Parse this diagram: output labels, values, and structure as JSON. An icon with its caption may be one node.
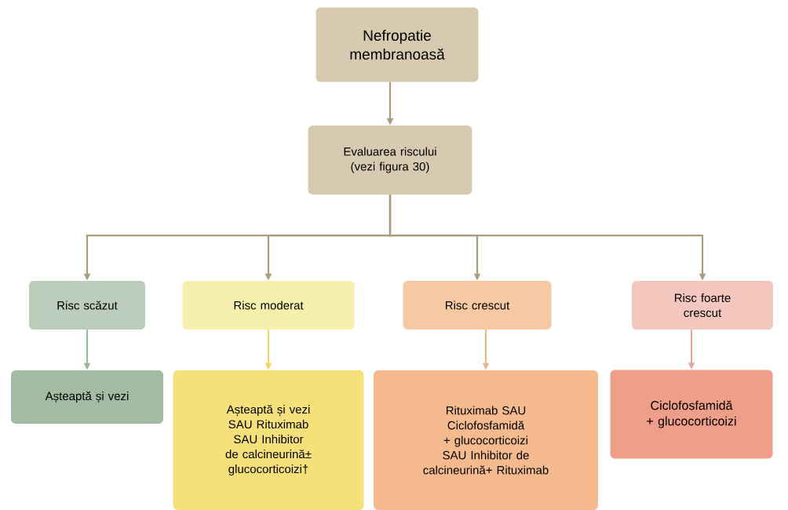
{
  "diagram": {
    "nodes": [
      {
        "text": [
          "Nefropatie membranoasă"
        ]
      },
      {
        "text": [
          "Evaluarea riscului (vezi figura 30)"
        ]
      },
      {
        "text": [
          "Risc scăzut"
        ]
      },
      {
        "text": [
          "Risc moderat"
        ]
      },
      {
        "text": [
          "Risc crescut"
        ]
      },
      {
        "text": [
          "Risc foarte crescut"
        ]
      },
      {
        "text": [
          "Așteaptă și vezi"
        ]
      },
      {
        "text": [
          "Așteaptă și vezi SAU Rituximab SAU Inhibitor de calcineurină± glucocorticoizi†"
        ]
      },
      {
        "text": [
          "Rituximab SAU Ciclofosfamidă + glucocorticoizi SAU Inhibitor de calcineurină+ Rituximab"
        ]
      },
      {
        "text": [
          "Ciclofosfamidă + glucocorticoizi"
        ]
      }
    ],
    "edges": [
      {
        "from": 0,
        "to": 1,
        "arrow": "to"
      },
      {
        "from": 1,
        "to": 2,
        "arrow": "to"
      },
      {
        "from": 1,
        "to": 3,
        "arrow": "to"
      },
      {
        "from": 1,
        "to": 4,
        "arrow": "to"
      },
      {
        "from": 1,
        "to": 5,
        "arrow": "to"
      },
      {
        "from": 2,
        "to": 6,
        "arrow": "to",
        "color": "#9db79c"
      },
      {
        "from": 3,
        "to": 7,
        "arrow": "to",
        "color": "#f0d860"
      },
      {
        "from": 4,
        "to": 8,
        "arrow": "to",
        "color": "#e9b58c"
      },
      {
        "from": 5,
        "to": 9,
        "arrow": "to",
        "color": "#e0aaa0"
      }
    ]
  }
}
